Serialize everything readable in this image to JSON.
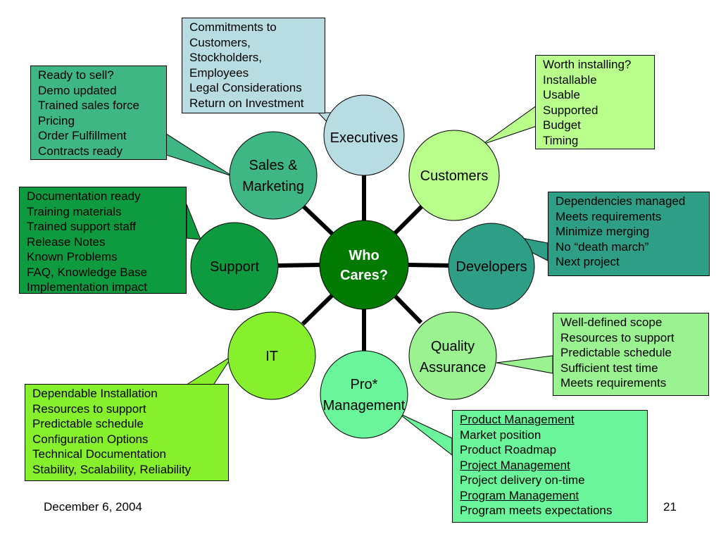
{
  "hub": {
    "lines": [
      "Who",
      "Cares?"
    ],
    "fill": "#007a00"
  },
  "nodes": {
    "executives": {
      "lines": [
        "Executives"
      ],
      "fill": "#b7dde3"
    },
    "customers": {
      "lines": [
        "Customers"
      ],
      "fill": "#b8ff8c"
    },
    "developers": {
      "lines": [
        "Developers"
      ],
      "fill": "#2e9e86"
    },
    "qa": {
      "lines": [
        "Quality",
        "Assurance"
      ],
      "fill": "#9bf291"
    },
    "pro": {
      "lines": [
        "Pro*",
        "Management"
      ],
      "fill": "#6bf59a"
    },
    "it": {
      "lines": [
        "IT"
      ],
      "fill": "#86f02c"
    },
    "support": {
      "lines": [
        "Support"
      ],
      "fill": "#0e9b3f"
    },
    "sales": {
      "lines": [
        "Sales &",
        "Marketing"
      ],
      "fill": "#3fb784"
    }
  },
  "callouts": {
    "executives": {
      "fill": "#b7dde3",
      "lines": [
        {
          "text": "Commitments to"
        },
        {
          "text": "Customers,"
        },
        {
          "text": "Stockholders,"
        },
        {
          "text": "Employees"
        },
        {
          "text": "Legal Considerations"
        },
        {
          "text": "Return on Investment"
        }
      ]
    },
    "customers": {
      "fill": "#b8ff8c",
      "lines": [
        {
          "text": "Worth installing?"
        },
        {
          "text": "Installable"
        },
        {
          "text": "Usable"
        },
        {
          "text": "Supported"
        },
        {
          "text": "Budget"
        },
        {
          "text": "Timing"
        }
      ]
    },
    "developers": {
      "fill": "#2e9e86",
      "lines": [
        {
          "text": "Dependencies managed"
        },
        {
          "text": "Meets requirements"
        },
        {
          "text": "Minimize merging"
        },
        {
          "text": "No “death march”"
        },
        {
          "text": "Next project"
        }
      ]
    },
    "qa": {
      "fill": "#9bf291",
      "lines": [
        {
          "text": "Well-defined scope"
        },
        {
          "text": "Resources to support"
        },
        {
          "text": "Predictable schedule"
        },
        {
          "text": "Sufficient test time"
        },
        {
          "text": "Meets requirements"
        }
      ]
    },
    "pro": {
      "fill": "#6bf59a",
      "lines": [
        {
          "text": "Product Management",
          "underline": true
        },
        {
          "text": "Market position"
        },
        {
          "text": "Product Roadmap"
        },
        {
          "text": "Project Management",
          "underline": true
        },
        {
          "text": "Project delivery on-time"
        },
        {
          "text": "Program Management",
          "underline": true
        },
        {
          "text": "Program meets expectations"
        }
      ]
    },
    "it": {
      "fill": "#86f02c",
      "lines": [
        {
          "text": "Dependable Installation"
        },
        {
          "text": "Resources to support"
        },
        {
          "text": "Predictable schedule"
        },
        {
          "text": "Configuration Options"
        },
        {
          "text": "Technical Documentation"
        },
        {
          "text": "Stability, Scalability, Reliability"
        }
      ]
    },
    "support": {
      "fill": "#0e9b3f",
      "lines": [
        {
          "text": "Documentation ready"
        },
        {
          "text": "Training materials"
        },
        {
          "text": "Trained support staff"
        },
        {
          "text": "Release Notes"
        },
        {
          "text": "Known Problems"
        },
        {
          "text": "FAQ, Knowledge Base"
        },
        {
          "text": "Implementation impact"
        }
      ]
    },
    "sales": {
      "fill": "#3fb784",
      "lines": [
        {
          "text": "Ready to sell?"
        },
        {
          "text": "Demo updated"
        },
        {
          "text": "Trained sales force"
        },
        {
          "text": "Pricing"
        },
        {
          "text": "Order Fulfillment"
        },
        {
          "text": "Contracts ready"
        }
      ]
    }
  },
  "footer": {
    "date": "December 6, 2004",
    "page": "21"
  }
}
